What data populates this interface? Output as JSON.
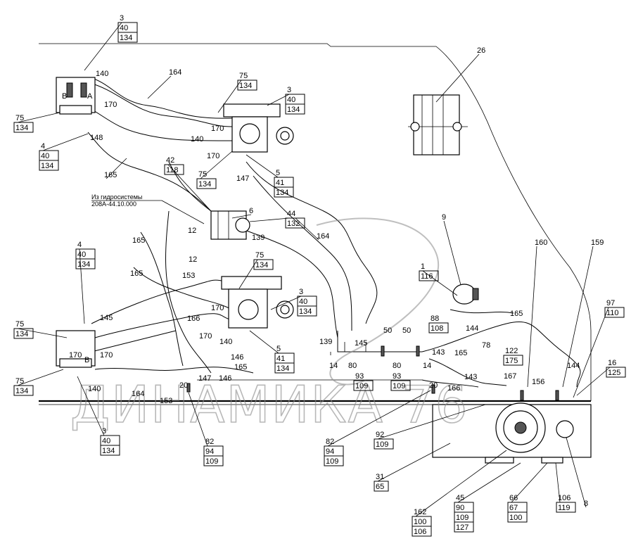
{
  "watermark": "ДИНАМИКА 76",
  "source_note": {
    "line1": "Из гидросистемы",
    "line2": "208А-44.10.000"
  },
  "callouts": [
    {
      "id": "c-3-top",
      "lines": [
        "3",
        "40",
        "134"
      ]
    },
    {
      "id": "c-140-a",
      "lines": [
        "140"
      ]
    },
    {
      "id": "c-164-top",
      "lines": [
        "164"
      ]
    },
    {
      "id": "c-75-134-a",
      "lines": [
        "75",
        "134"
      ]
    },
    {
      "id": "c-3-mid",
      "lines": [
        "3",
        "40",
        "134"
      ]
    },
    {
      "id": "c-26",
      "lines": [
        "26"
      ]
    },
    {
      "id": "c-75-134-left",
      "lines": [
        "75",
        "134"
      ]
    },
    {
      "id": "c-170-a",
      "lines": [
        "170"
      ]
    },
    {
      "id": "c-4-top",
      "lines": [
        "4",
        "40",
        "134"
      ]
    },
    {
      "id": "c-148",
      "lines": [
        "148"
      ]
    },
    {
      "id": "c-140-b",
      "lines": [
        "140"
      ]
    },
    {
      "id": "c-170-b",
      "lines": [
        "170"
      ]
    },
    {
      "id": "c-170-c",
      "lines": [
        "170"
      ]
    },
    {
      "id": "c-42",
      "lines": [
        "42",
        "118"
      ]
    },
    {
      "id": "c-165-a",
      "lines": [
        "165"
      ]
    },
    {
      "id": "c-75-134-b",
      "lines": [
        "75",
        "134"
      ]
    },
    {
      "id": "c-147-a",
      "lines": [
        "147"
      ]
    },
    {
      "id": "c-5-top",
      "lines": [
        "5",
        "41",
        "134"
      ]
    },
    {
      "id": "c-6",
      "lines": [
        "6"
      ]
    },
    {
      "id": "c-44",
      "lines": [
        "44",
        "132"
      ]
    },
    {
      "id": "c-139-a",
      "lines": [
        "139"
      ]
    },
    {
      "id": "c-164-mid",
      "lines": [
        "164"
      ]
    },
    {
      "id": "c-12-a",
      "lines": [
        "12"
      ]
    },
    {
      "id": "c-12-b",
      "lines": [
        "12"
      ]
    },
    {
      "id": "c-153-a",
      "lines": [
        "153"
      ]
    },
    {
      "id": "c-165-b",
      "lines": [
        "165"
      ]
    },
    {
      "id": "c-165-c",
      "lines": [
        "165"
      ]
    },
    {
      "id": "c-4-left",
      "lines": [
        "4",
        "40",
        "134"
      ]
    },
    {
      "id": "c-75-134-c",
      "lines": [
        "75",
        "134"
      ]
    },
    {
      "id": "c-3-low",
      "lines": [
        "3",
        "40",
        "134"
      ]
    },
    {
      "id": "c-9",
      "lines": [
        "9"
      ]
    },
    {
      "id": "c-1",
      "lines": [
        "1",
        "116"
      ]
    },
    {
      "id": "c-160",
      "lines": [
        "160"
      ]
    },
    {
      "id": "c-159",
      "lines": [
        "159"
      ]
    },
    {
      "id": "c-145-a",
      "lines": [
        "145"
      ]
    },
    {
      "id": "c-166-a",
      "lines": [
        "166"
      ]
    },
    {
      "id": "c-170-d",
      "lines": [
        "170"
      ]
    },
    {
      "id": "c-170-e",
      "lines": [
        "170"
      ]
    },
    {
      "id": "c-140-c",
      "lines": [
        "140"
      ]
    },
    {
      "id": "c-88",
      "lines": [
        "88",
        "108"
      ]
    },
    {
      "id": "c-144-a",
      "lines": [
        "144"
      ]
    },
    {
      "id": "c-165-d",
      "lines": [
        "165"
      ]
    },
    {
      "id": "c-97",
      "lines": [
        "97",
        "110"
      ]
    },
    {
      "id": "c-75-134-d",
      "lines": [
        "75",
        "134"
      ]
    },
    {
      "id": "c-170-f",
      "lines": [
        "170"
      ]
    },
    {
      "id": "c-170-g",
      "lines": [
        "170"
      ]
    },
    {
      "id": "c-146-a",
      "lines": [
        "146"
      ]
    },
    {
      "id": "c-5-low",
      "lines": [
        "5",
        "41",
        "134"
      ]
    },
    {
      "id": "c-139-b",
      "lines": [
        "139"
      ]
    },
    {
      "id": "c-145-b",
      "lines": [
        "145"
      ]
    },
    {
      "id": "c-50-a",
      "lines": [
        "50"
      ]
    },
    {
      "id": "c-50-b",
      "lines": [
        "50"
      ]
    },
    {
      "id": "c-78",
      "lines": [
        "78"
      ]
    },
    {
      "id": "c-122",
      "lines": [
        "122",
        "175"
      ]
    },
    {
      "id": "c-144-b",
      "lines": [
        "144"
      ]
    },
    {
      "id": "c-16",
      "lines": [
        "16",
        "125"
      ]
    },
    {
      "id": "c-14-a",
      "lines": [
        "14"
      ]
    },
    {
      "id": "c-80-a",
      "lines": [
        "80"
      ]
    },
    {
      "id": "c-80-b",
      "lines": [
        "80"
      ]
    },
    {
      "id": "c-14-b",
      "lines": [
        "14"
      ]
    },
    {
      "id": "c-143-a",
      "lines": [
        "143"
      ]
    },
    {
      "id": "c-165-e",
      "lines": [
        "165"
      ]
    },
    {
      "id": "c-165-f",
      "lines": [
        "165"
      ]
    },
    {
      "id": "c-147-b",
      "lines": [
        "147"
      ]
    },
    {
      "id": "c-146-b",
      "lines": [
        "146"
      ]
    },
    {
      "id": "c-93-a",
      "lines": [
        "93",
        "109"
      ]
    },
    {
      "id": "c-93-b",
      "lines": [
        "93",
        "109"
      ]
    },
    {
      "id": "c-143-b",
      "lines": [
        "143"
      ]
    },
    {
      "id": "c-167",
      "lines": [
        "167"
      ]
    },
    {
      "id": "c-156",
      "lines": [
        "156"
      ]
    },
    {
      "id": "c-75-134-e",
      "lines": [
        "75",
        "134"
      ]
    },
    {
      "id": "c-140-d",
      "lines": [
        "140"
      ]
    },
    {
      "id": "c-164-low",
      "lines": [
        "164"
      ]
    },
    {
      "id": "c-153-b",
      "lines": [
        "153"
      ]
    },
    {
      "id": "c-20-a",
      "lines": [
        "20"
      ]
    },
    {
      "id": "c-20-b",
      "lines": [
        "20"
      ]
    },
    {
      "id": "c-166-b",
      "lines": [
        "166"
      ]
    },
    {
      "id": "c-3-bottom",
      "lines": [
        "3",
        "40",
        "134"
      ]
    },
    {
      "id": "c-82-a",
      "lines": [
        "82",
        "94",
        "109"
      ]
    },
    {
      "id": "c-82-b",
      "lines": [
        "82",
        "94",
        "109"
      ]
    },
    {
      "id": "c-92",
      "lines": [
        "92",
        "109"
      ]
    },
    {
      "id": "c-31",
      "lines": [
        "31",
        "65"
      ]
    },
    {
      "id": "c-162",
      "lines": [
        "162",
        "100",
        "106"
      ]
    },
    {
      "id": "c-45",
      "lines": [
        "45",
        "90",
        "109",
        "127"
      ]
    },
    {
      "id": "c-66",
      "lines": [
        "66",
        "67",
        "100"
      ]
    },
    {
      "id": "c-106",
      "lines": [
        "106",
        "119"
      ]
    },
    {
      "id": "c-8",
      "lines": [
        "8"
      ]
    }
  ]
}
